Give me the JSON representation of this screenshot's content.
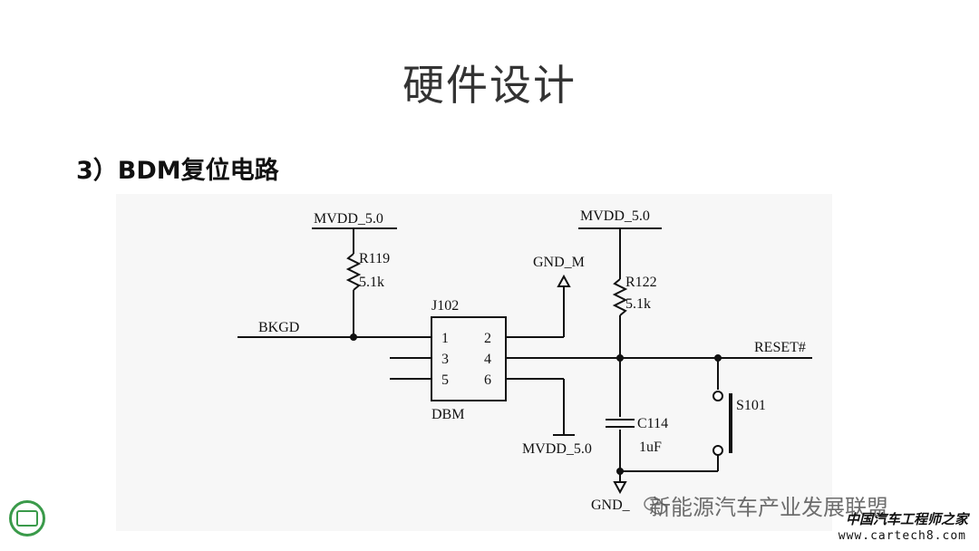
{
  "slide": {
    "title": "硬件设计",
    "section_heading": "3）BDM复位电路"
  },
  "schematic": {
    "nets": {
      "mvdd_left": "MVDD_5.0",
      "mvdd_right": "MVDD_5.0",
      "mvdd_bottom": "MVDD_5.0",
      "gnd_m": "GND_M",
      "gnd_bottom": "GND_",
      "bkgd": "BKGD",
      "reset": "RESET#"
    },
    "components": {
      "r119": {
        "ref": "R119",
        "value": "5.1k"
      },
      "r122": {
        "ref": "R122",
        "value": "5.1k"
      },
      "c114": {
        "ref": "C114",
        "value": "1uF"
      },
      "s101": {
        "ref": "S101"
      },
      "j102": {
        "ref": "J102",
        "name": "DBM",
        "pins": [
          "1",
          "2",
          "3",
          "4",
          "5",
          "6"
        ]
      }
    }
  },
  "watermarks": {
    "wechat_account": "新能源汽车产业发展联盟",
    "site_name": "中国汽车工程师之家",
    "site_url": "www.cartech8.com"
  },
  "colors": {
    "accent_logo": "#3a9a4a"
  }
}
